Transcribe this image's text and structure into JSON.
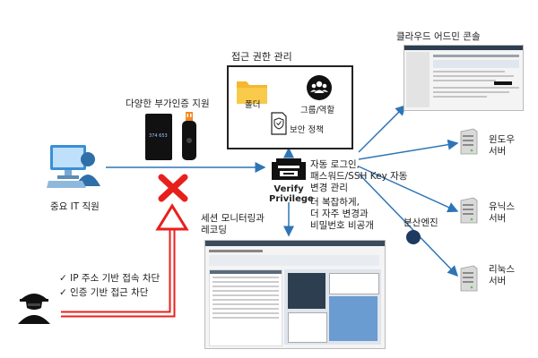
{
  "labels": {
    "cloud_console": "클라우드 어드민 콘솔",
    "access_mgmt": "접근 권한 관리",
    "folder": "폴더",
    "group_role": "그룹/역할",
    "security_policy": "보안 정책",
    "mfa": "다양한 부가인증 지원",
    "employee": "중요 IT 직원",
    "verify_line1": "Verify",
    "verify_line2": "Privilege",
    "auto_login_1": "자동 로그인,",
    "auto_login_2": "패스워드/SSH Key 자동",
    "auto_login_3": "변경 관리",
    "complex_1": "더 복잡하게,",
    "complex_2": "더 자주 변경과",
    "complex_3": "비밀번호 비공개",
    "session_1": "세션 모니터링과",
    "session_2": "레코딩",
    "distributed": "분산엔진",
    "windows_1": "윈도우",
    "windows_2": "서버",
    "unix_1": "유닉스",
    "unix_2": "서버",
    "linux_1": "리눅스",
    "linux_2": "서버",
    "check_ip": "IP 주소 기반 접속 차단",
    "check_auth": "인증 기반 접근 차단",
    "token_value": "374 653"
  },
  "colors": {
    "arrow_blue": "#2e75b6",
    "block_red": "#e8201c",
    "folder_yellow": "#f5b82e"
  }
}
